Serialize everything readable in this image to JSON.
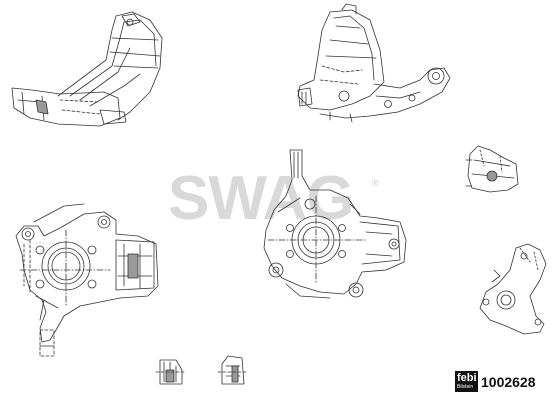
{
  "watermark": "SWAG",
  "watermark_mark": "®",
  "brand_logo": {
    "text": "febi",
    "subtext": "Bilstein"
  },
  "part_number": "1002628"
}
